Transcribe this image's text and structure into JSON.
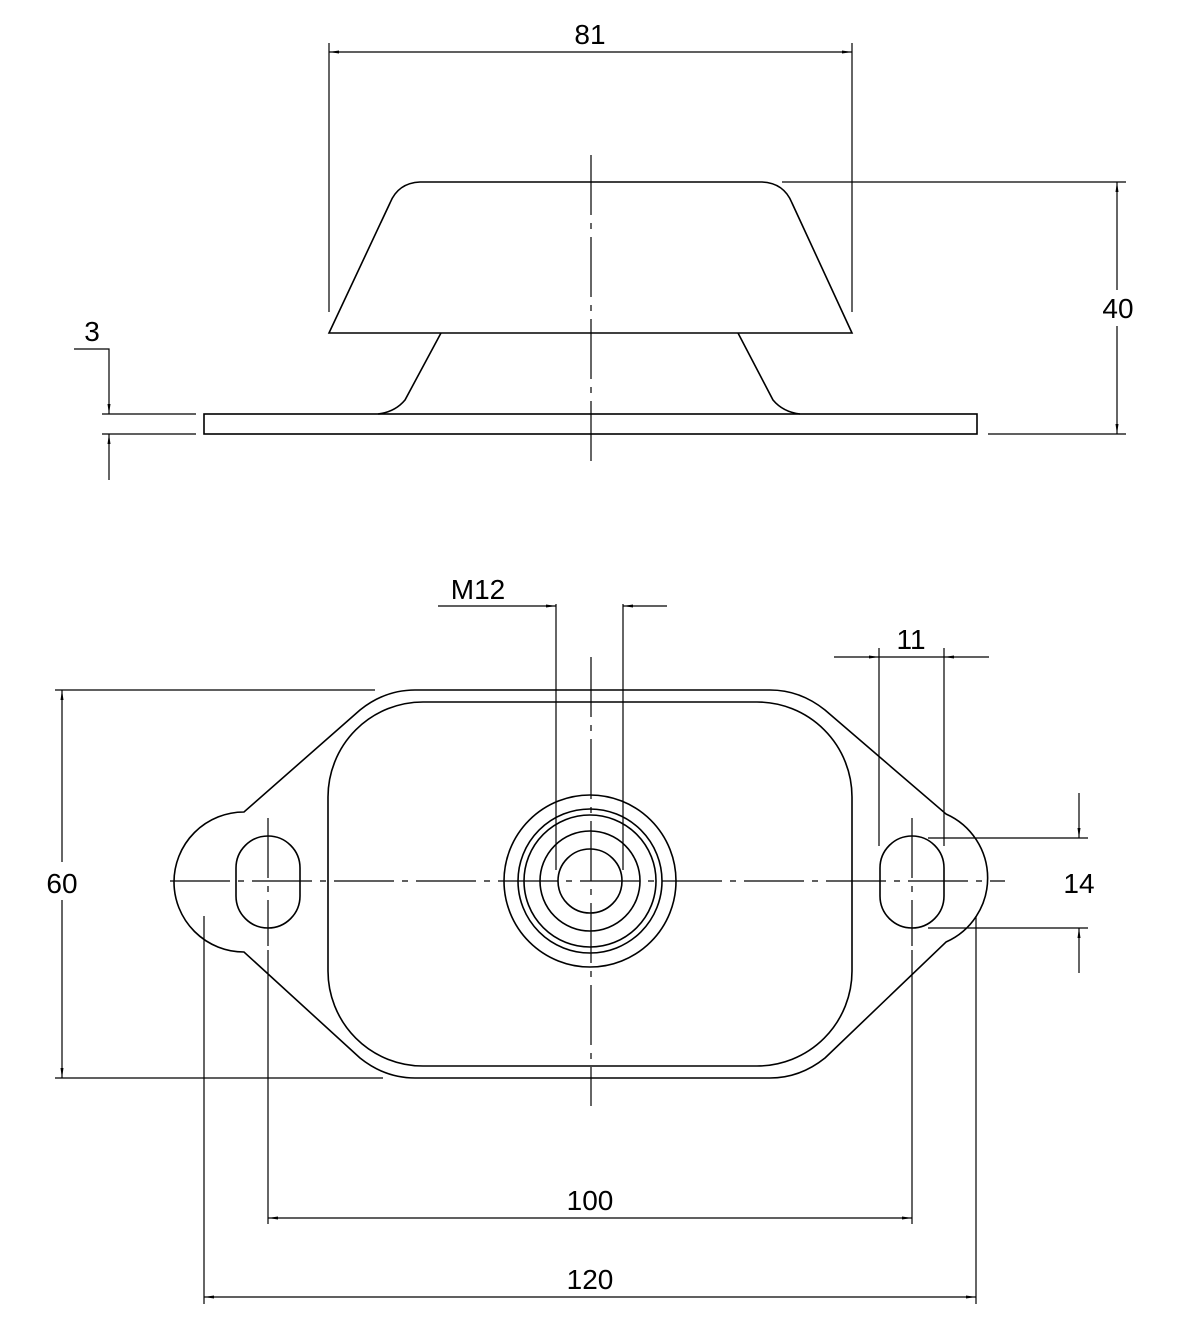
{
  "drawing": {
    "dimensions": {
      "top_width": "81",
      "height": "40",
      "plate_thickness": "3",
      "thread": "M12",
      "slot_width": "11",
      "width": "60",
      "slot_length": "14",
      "hole_spacing": "100",
      "overall_length": "120"
    }
  }
}
